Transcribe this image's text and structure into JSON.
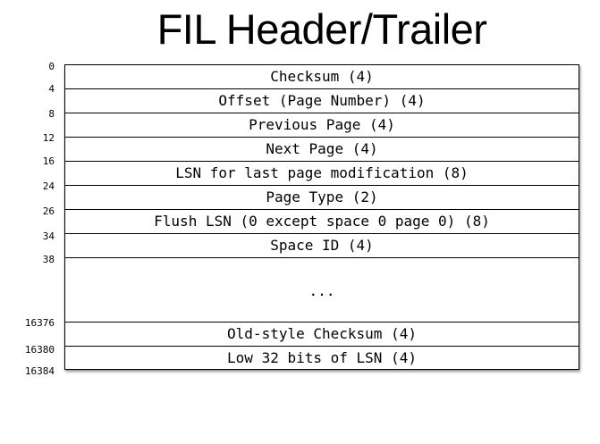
{
  "title": "FIL Header/Trailer",
  "fields": [
    {
      "label": "Checksum (4)"
    },
    {
      "label": "Offset (Page Number) (4)"
    },
    {
      "label": "Previous Page (4)"
    },
    {
      "label": "Next Page (4)"
    },
    {
      "label": "LSN for last page modification (8)"
    },
    {
      "label": "Page Type (2)"
    },
    {
      "label": "Flush LSN (0 except space 0 page 0) (8)"
    },
    {
      "label": "Space ID (4)"
    },
    {
      "label": "..."
    },
    {
      "label": "Old-style Checksum (4)"
    },
    {
      "label": "Low 32 bits of LSN (4)"
    }
  ],
  "offsets": [
    "0",
    "4",
    "8",
    "12",
    "16",
    "24",
    "26",
    "34",
    "38",
    "16376",
    "16380",
    "16384"
  ]
}
